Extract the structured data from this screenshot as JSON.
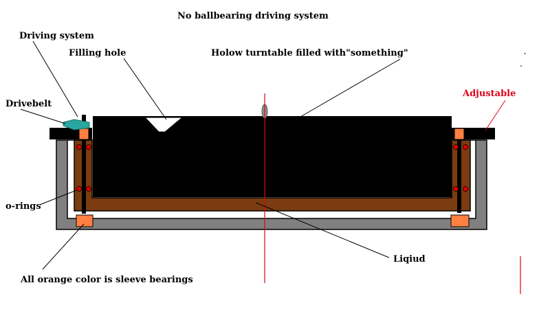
{
  "title": "No ballbearing driving system",
  "labels": {
    "driving_system": "Driving system",
    "filling_hole": "Filling hole",
    "turntable": "Holow turntable filled with\"something\"",
    "drivebelt": "Drivebelt",
    "adjustable": "Adjustable",
    "o_rings": "o-rings",
    "liquid": "Liqiud",
    "sleeve_bearings": "All orange color is sleeve bearings"
  },
  "colors": {
    "housing": "#808080",
    "liquid": "#7a3c10",
    "turntable": "#000000",
    "bearing": "#ff8040",
    "o_ring": "#e00000",
    "belt": "#2aa6a0",
    "axis_line": "#e0001a",
    "label_accent": "#e0001a"
  }
}
